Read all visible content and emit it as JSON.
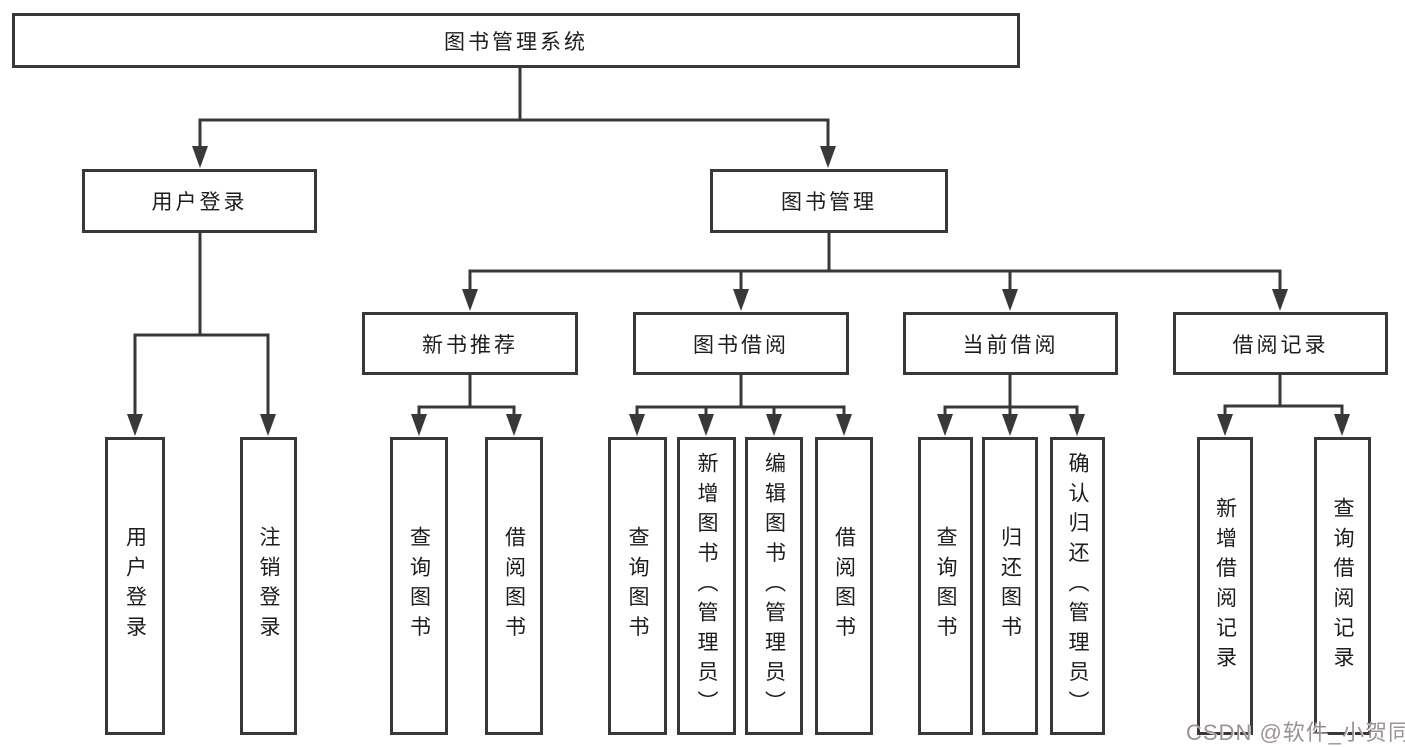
{
  "tree": {
    "label": "图书管理系统",
    "children": [
      {
        "label": "用户登录",
        "children": [
          {
            "label": "用户登录"
          },
          {
            "label": "注销登录"
          }
        ]
      },
      {
        "label": "图书管理",
        "children": [
          {
            "label": "新书推荐",
            "children": [
              {
                "label": "查询图书"
              },
              {
                "label": "借阅图书"
              }
            ]
          },
          {
            "label": "图书借阅",
            "children": [
              {
                "label": "查询图书"
              },
              {
                "label": "新增图书（管理员）"
              },
              {
                "label": "编辑图书（管理员）"
              },
              {
                "label": "借阅图书"
              }
            ]
          },
          {
            "label": "当前借阅",
            "children": [
              {
                "label": "查询图书"
              },
              {
                "label": "归还图书"
              },
              {
                "label": "确认归还（管理员）"
              }
            ]
          },
          {
            "label": "借阅记录",
            "children": [
              {
                "label": "新增借阅记录"
              },
              {
                "label": "查询借阅记录"
              }
            ]
          }
        ]
      }
    ]
  },
  "watermark": {
    "text": "CSDN @软件_小贺同学"
  },
  "colors": {
    "line": "#383838",
    "box_border": "#383838",
    "text": "#1d1d1d",
    "watermark_text": "#9e9191",
    "background": "#ffffff"
  }
}
